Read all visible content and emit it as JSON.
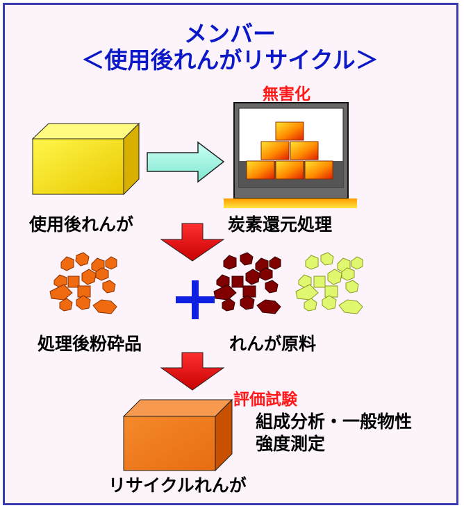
{
  "diagram": {
    "title_line1": "メンバー",
    "title_line2": "＜使用後れんがリサイクル＞",
    "detox_label": "無害化",
    "used_brick_label": "使用後れんが",
    "carbon_reduction_label": "炭素還元処理",
    "treated_powder_label": "処理後粉砕品",
    "brick_raw_material_label": "れんが原料",
    "evaluation_label": "評価試験",
    "evaluation_items": [
      "組成分析・一般物性",
      "強度測定"
    ],
    "recycled_brick_label": "リサイクルれんが",
    "colors": {
      "title": "#0a18c8",
      "accent_red": "#ff1a1a",
      "used_brick": "#f2e000",
      "recycled_brick": "#f07020",
      "treated_powder": "#f06010",
      "raw_material": "#800000",
      "raw_material_light": "#e0f870",
      "plus": "#1020e0",
      "frame": "#3939b0"
    }
  }
}
